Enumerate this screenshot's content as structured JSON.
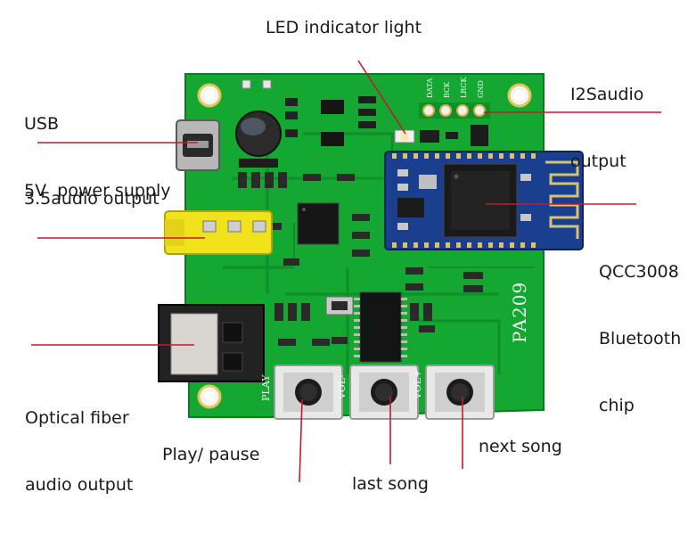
{
  "labels": {
    "led": "LED indicator light",
    "i2s_line1": "I2Saudio",
    "i2s_line2": "output",
    "usb_line1": "USB",
    "usb_line2": "5V  power supply",
    "audio35": "3.5audio output",
    "qcc_line1": "QCC3008",
    "qcc_line2": "Bluetooth",
    "qcc_line3": "chip",
    "optical_line1": "Optical fiber",
    "optical_line2": "audio output",
    "play": "Play/ pause",
    "next": "next song",
    "last": "last song"
  },
  "board": {
    "model": "PA209",
    "button_play": "PLAY",
    "button_volm": "VOL-",
    "button_volp": "VOL+",
    "header_pins": [
      "DATA",
      "BCK",
      "LRCK",
      "GND"
    ]
  },
  "colors": {
    "pcb": "#14a832",
    "pcb_dark": "#0e8a28",
    "leader_line": "#c8192c",
    "module_blue": "#1b3f8f",
    "audio_jack": "#f2e21c"
  }
}
